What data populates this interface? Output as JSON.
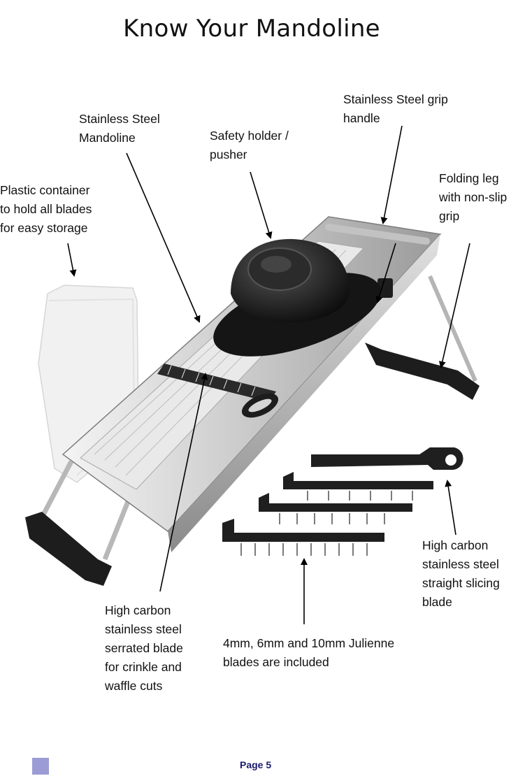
{
  "title": "Know Your Mandoline",
  "labels": {
    "stainless_mandoline": "Stainless Steel\n Mandoline",
    "safety_holder": "Safety holder /\npusher",
    "grip_handle": "Stainless Steel grip\nhandle",
    "folding_leg": "Folding leg\nwith non-slip\ngrip",
    "plastic_container": "Plastic container\nto hold all blades\nfor easy storage",
    "serrated_blade": "High carbon\nstainless steel\nserrated blade\nfor crinkle and\nwaffle cuts",
    "julienne_blades": "4mm,  6mm and 10mm Julienne\nblades are included",
    "straight_blade": "High carbon\nstainless steel\nstraight slicing\nblade"
  },
  "footer": {
    "page": "Page 5"
  }
}
